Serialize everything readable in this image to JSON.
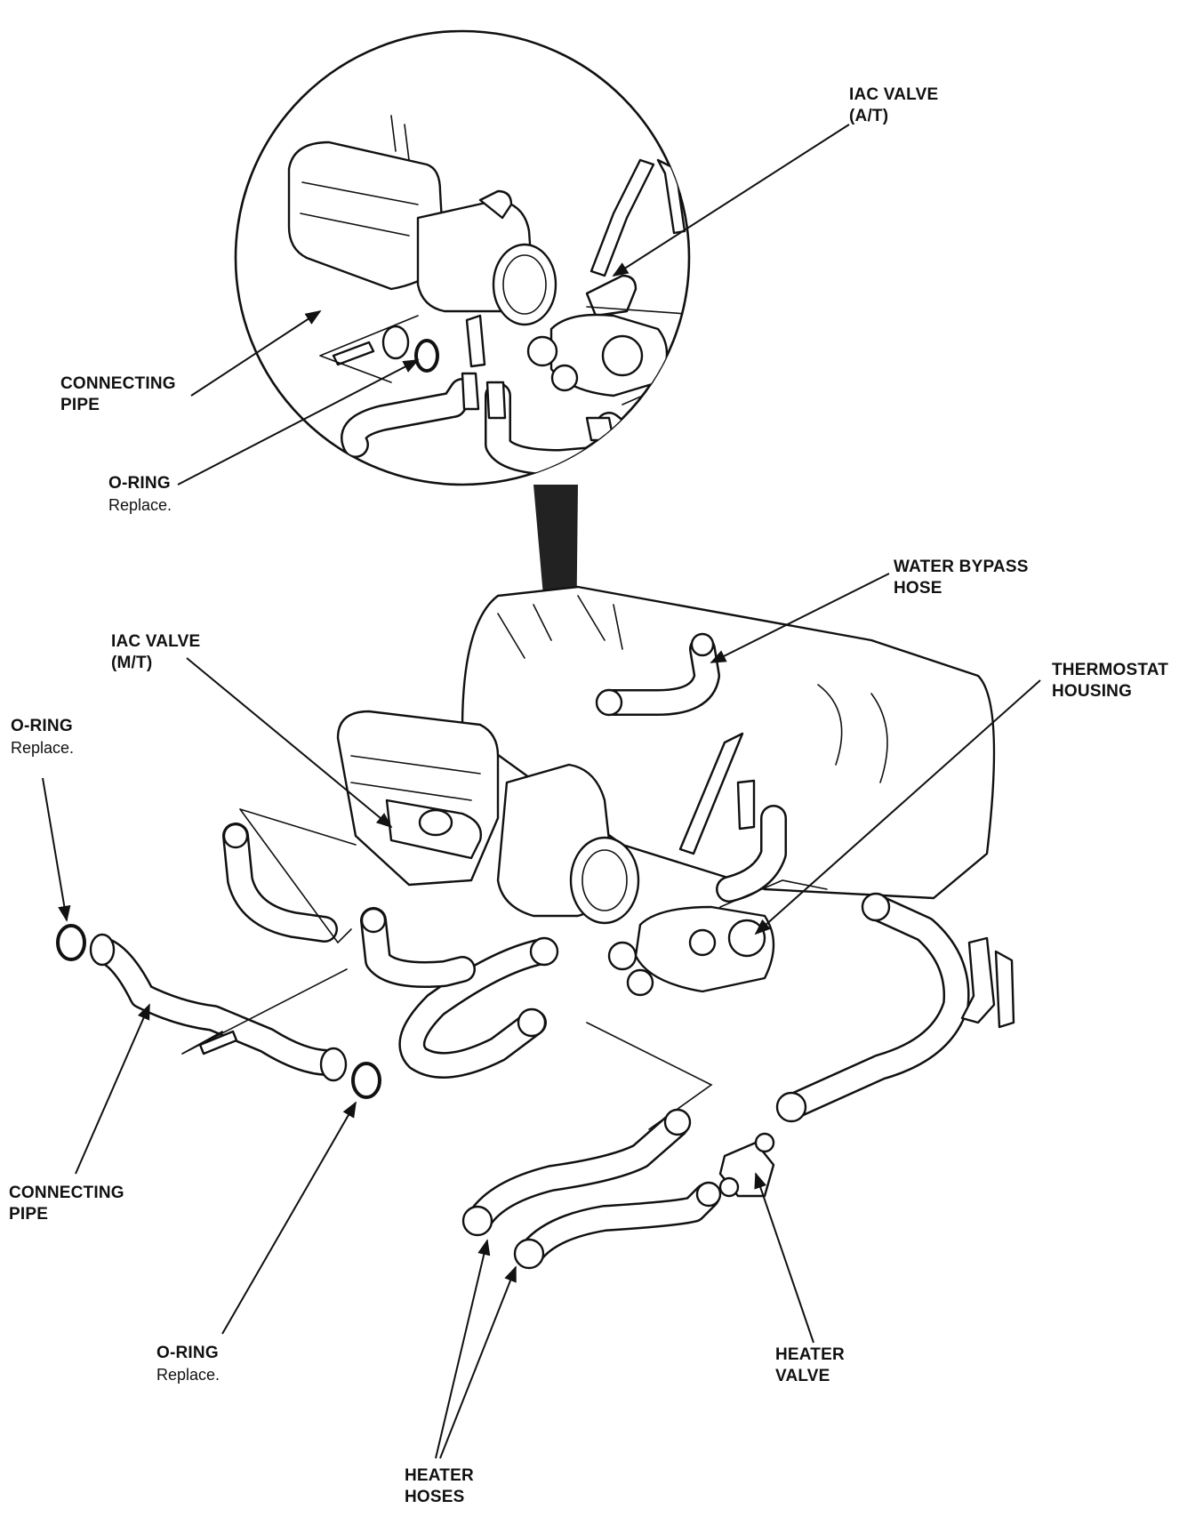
{
  "callouts": {
    "iac_valve_at": {
      "line1": "IAC VALVE",
      "line2": "(A/T)"
    },
    "connecting_pipe_top": {
      "line1": "CONNECTING",
      "line2": "PIPE"
    },
    "o_ring_top": {
      "line1": "O-RING",
      "note": "Replace."
    },
    "water_bypass_hose": {
      "line1": "WATER BYPASS",
      "line2": "HOSE"
    },
    "iac_valve_mt": {
      "line1": "IAC VALVE",
      "line2": "(M/T)"
    },
    "thermostat_housing": {
      "line1": "THERMOSTAT",
      "line2": "HOUSING"
    },
    "o_ring_left": {
      "line1": "O-RING",
      "note": "Replace."
    },
    "connecting_pipe_bottom": {
      "line1": "CONNECTING",
      "line2": "PIPE"
    },
    "o_ring_bottom": {
      "line1": "O-RING",
      "note": "Replace."
    },
    "heater_valve": {
      "line1": "HEATER",
      "line2": "VALVE"
    },
    "heater_hoses": {
      "line1": "HEATER",
      "line2": "HOSES"
    }
  }
}
